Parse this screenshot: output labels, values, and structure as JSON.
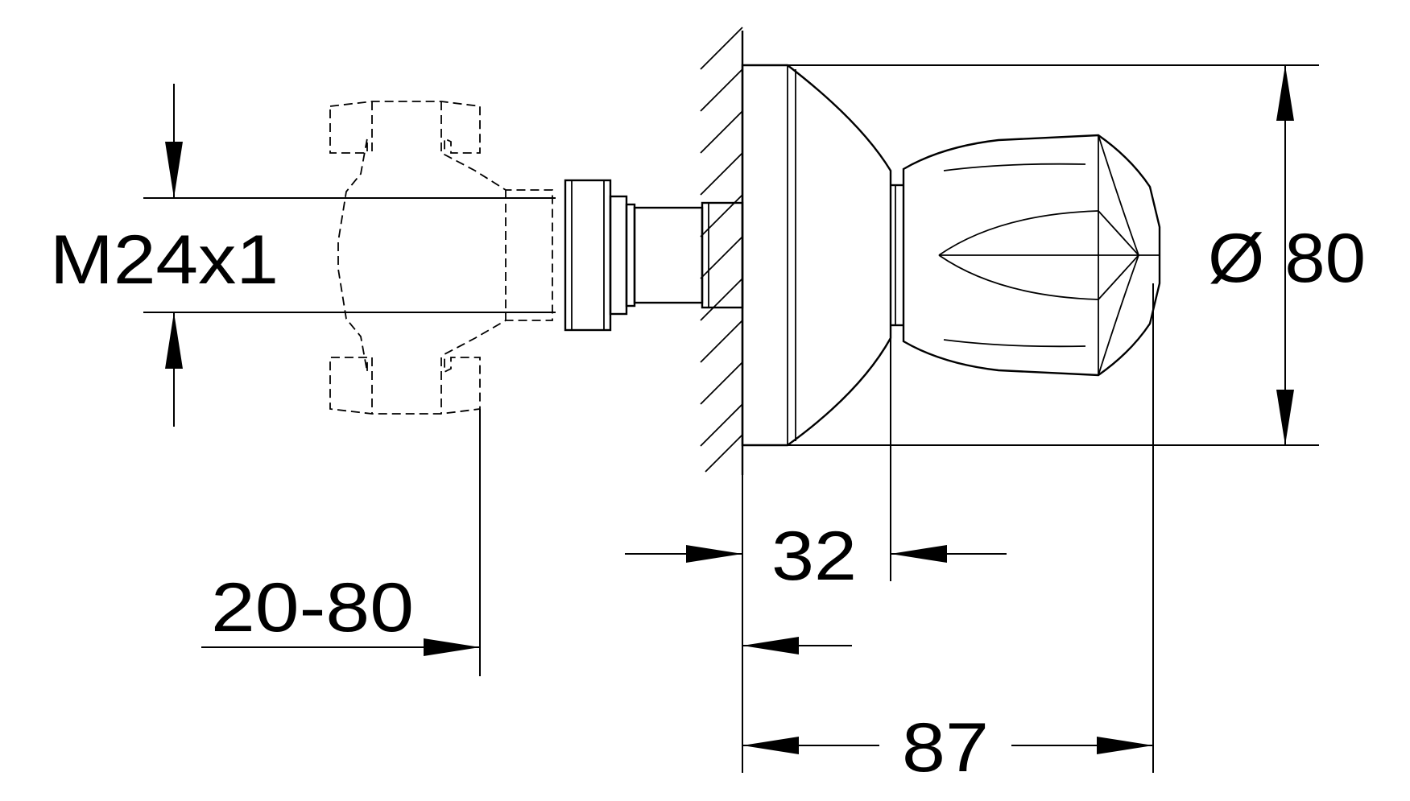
{
  "dimensions": {
    "thread": "M24x1",
    "diameter": "Ø 80",
    "depth_adjust": "20-80",
    "rosette_depth": "32",
    "total_length": "87"
  },
  "colors": {
    "ink": "#000000",
    "paper": "#ffffff"
  }
}
